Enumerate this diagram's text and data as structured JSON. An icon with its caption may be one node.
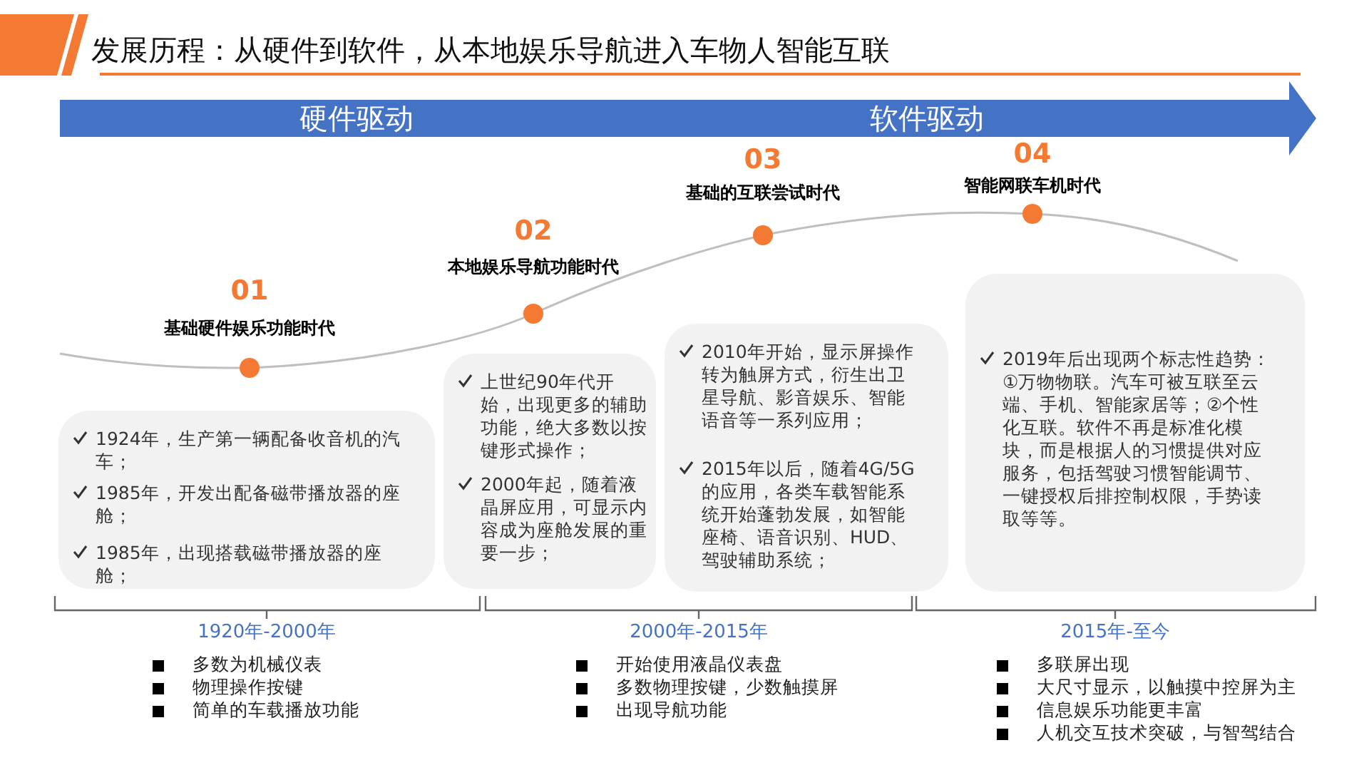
{
  "diagram": {
    "title": "发展历程：从硬件到软件，从本地娱乐导航进入车物人智能互联",
    "nodes": [
      {
        "text": [
          "硬件驱动",
          "软件驱动"
        ]
      },
      {
        "text": [
          "1924年，生产第一辆配备收音机的汽车；",
          "1985年，开发出配备磁带播放器的座舱；",
          "1985年，出现搭载磁带播放器的座舱；"
        ]
      },
      {
        "text": [
          "上世纪90年代开始，出现更多的辅助功能，绝大多数以按键形式操作；",
          "2000年起，随着液晶屏应用，可显示内容成为座舱发展的重要一步；"
        ]
      },
      {
        "text": [
          "2010年开始，显示屏操作转为触屏方式，衍生出卫星导航、影音娱乐、智能语音等一系列应用；",
          "2015年以后，随着4G/5G的应用，各类车载智能系统开始蓬勃发展，如智能座椅、语音识别、HUD、驾驶辅助系统；"
        ]
      },
      {
        "text": [
          "2019年后出现两个标志性趋势：①万物物联。汽车可被互联至云端、手机、智能家居等；②个性化互联。软件不再是标准化模块，而是根据人的习惯提供对应服务，包括驾驶习惯智能调节、一键授权后排控制权限，手势读取等等。"
        ]
      }
    ],
    "labels": [
      "01",
      "基础硬件娱乐功能时代",
      "02",
      "本地娱乐导航功能时代",
      "03",
      "基础的互联尝试时代",
      "04",
      "智能网联车机时代",
      "1920年-2000年",
      "多数为机械仪表",
      "物理操作按键",
      "简单的车载播放功能",
      "2000年-2015年",
      "开始使用液晶仪表盘",
      "多数物理按键，少数触摸屏",
      "出现导航功能",
      "2015年-至今",
      "多联屏出现",
      "大尺寸显示，以触摸中控屏为主",
      "信息娱乐功能更丰富",
      "人机交互技术突破，与智驾结合"
    ]
  }
}
